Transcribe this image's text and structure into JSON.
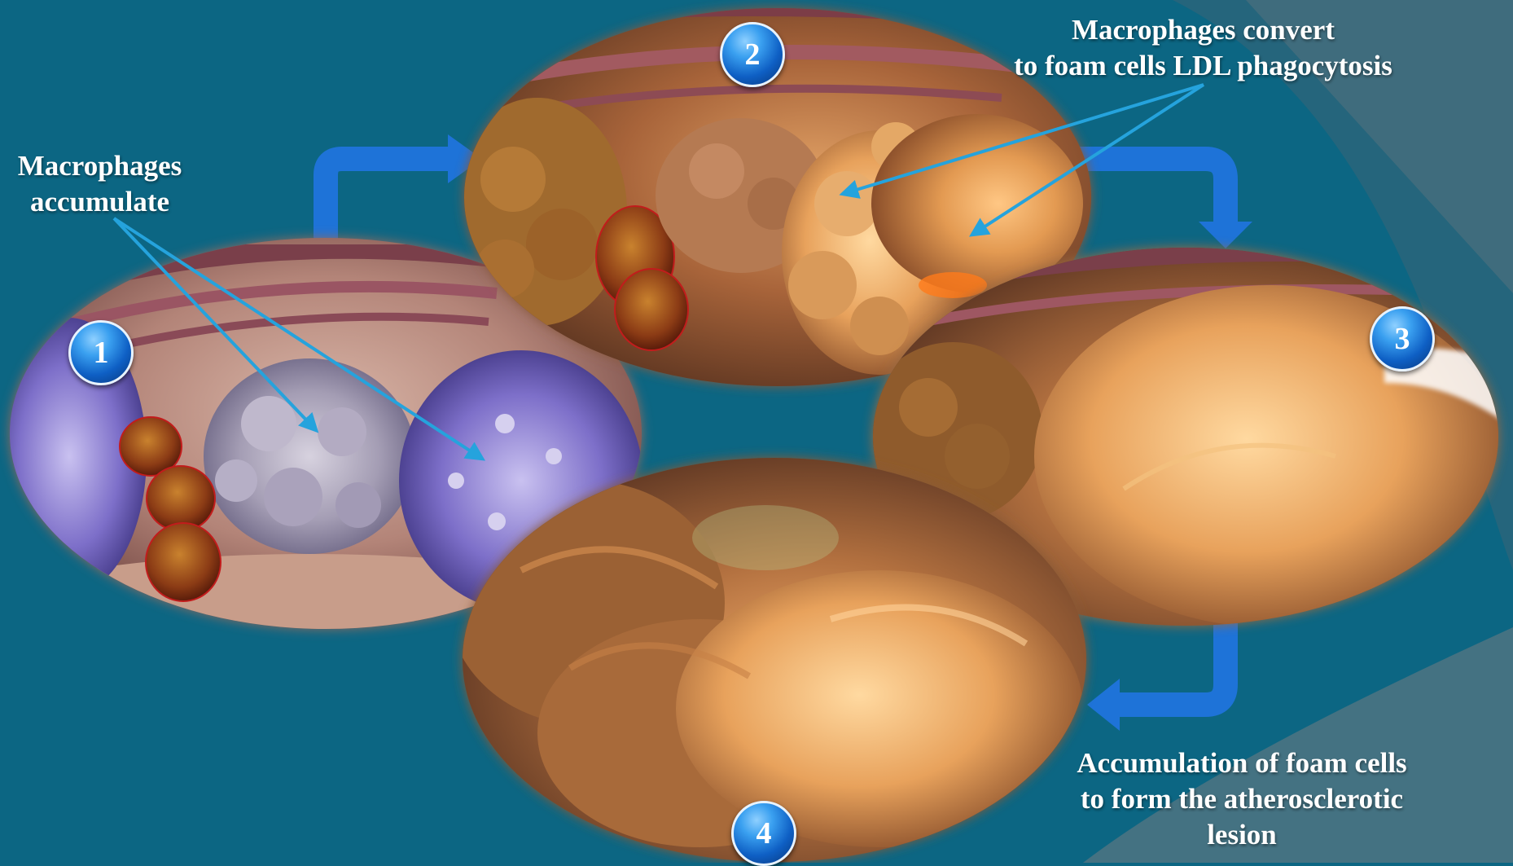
{
  "captions": {
    "step1": {
      "line1": "Macrophages",
      "line2": "accumulate"
    },
    "step2": {
      "line1": "Macrophages convert",
      "line2": "to foam cells LDL phagocytosis"
    },
    "step4": {
      "line1": "Accumulation of foam cells",
      "line2": "to form the atherosclerotic",
      "line3": "lesion"
    }
  },
  "badges": {
    "b1": "1",
    "b2": "2",
    "b3": "3",
    "b4": "4"
  },
  "colors": {
    "background": "#0c6683",
    "corner_accent": "#4f7483",
    "flow_arrow": "#1e73d8",
    "pointer_line": "#25a3dd",
    "badge": "#0e5fc4"
  },
  "icons": {
    "flow": "curved-arrow-icon",
    "pointer": "pointer-arrow-icon",
    "step": "numbered-circle-icon"
  }
}
